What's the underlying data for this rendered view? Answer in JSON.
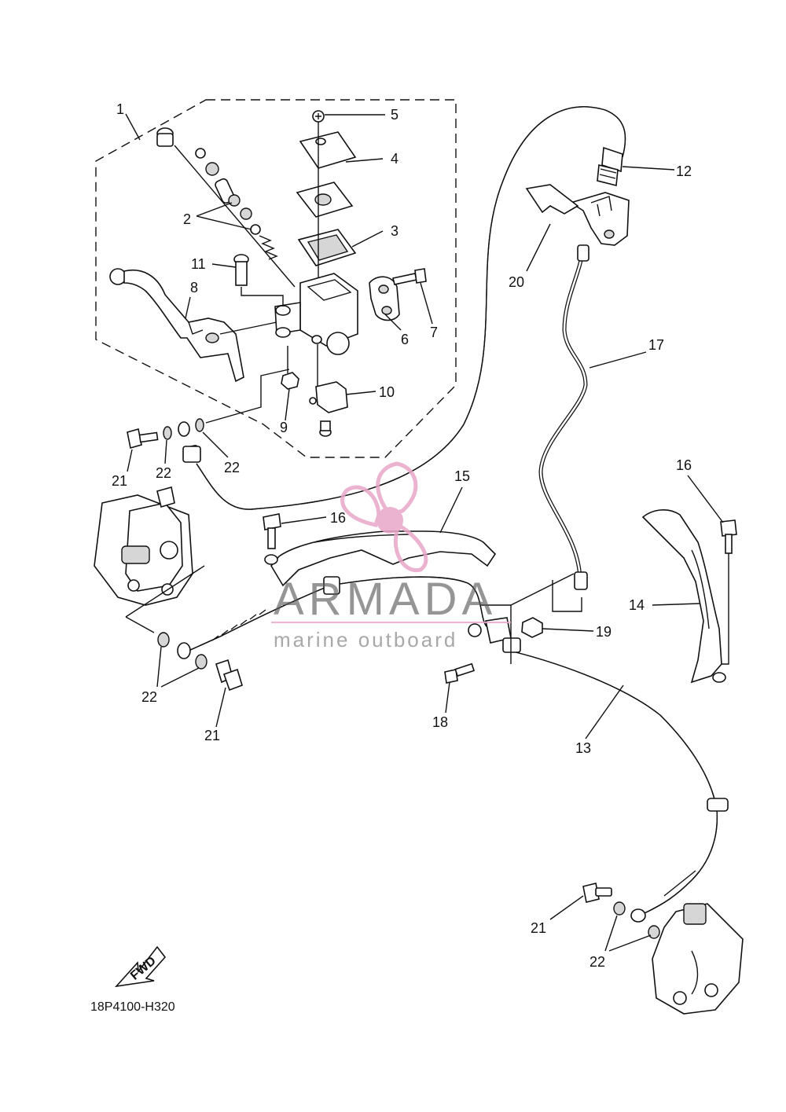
{
  "diagram": {
    "drawing_code": "18P4100-H320",
    "fwd_label": "FWD",
    "callouts": [
      {
        "id": "c1",
        "label": "1"
      },
      {
        "id": "c2",
        "label": "2"
      },
      {
        "id": "c3",
        "label": "3"
      },
      {
        "id": "c4",
        "label": "4"
      },
      {
        "id": "c5",
        "label": "5"
      },
      {
        "id": "c6",
        "label": "6"
      },
      {
        "id": "c7",
        "label": "7"
      },
      {
        "id": "c8",
        "label": "8"
      },
      {
        "id": "c9",
        "label": "9"
      },
      {
        "id": "c10",
        "label": "10"
      },
      {
        "id": "c11",
        "label": "11"
      },
      {
        "id": "c12",
        "label": "12"
      },
      {
        "id": "c13",
        "label": "13"
      },
      {
        "id": "c14",
        "label": "14"
      },
      {
        "id": "c15",
        "label": "15"
      },
      {
        "id": "c16a",
        "label": "16"
      },
      {
        "id": "c16b",
        "label": "16"
      },
      {
        "id": "c17",
        "label": "17"
      },
      {
        "id": "c18",
        "label": "18"
      },
      {
        "id": "c19",
        "label": "19"
      },
      {
        "id": "c20",
        "label": "20"
      },
      {
        "id": "c21a",
        "label": "21"
      },
      {
        "id": "c21b",
        "label": "21"
      },
      {
        "id": "c21c",
        "label": "21"
      },
      {
        "id": "c22a",
        "label": "22"
      },
      {
        "id": "c22b",
        "label": "22"
      },
      {
        "id": "c22c",
        "label": "22"
      },
      {
        "id": "c22d",
        "label": "22"
      }
    ]
  },
  "watermark": {
    "title": "ARMADA",
    "subtitle": "marine outboard",
    "color": "#e8a6c8"
  }
}
